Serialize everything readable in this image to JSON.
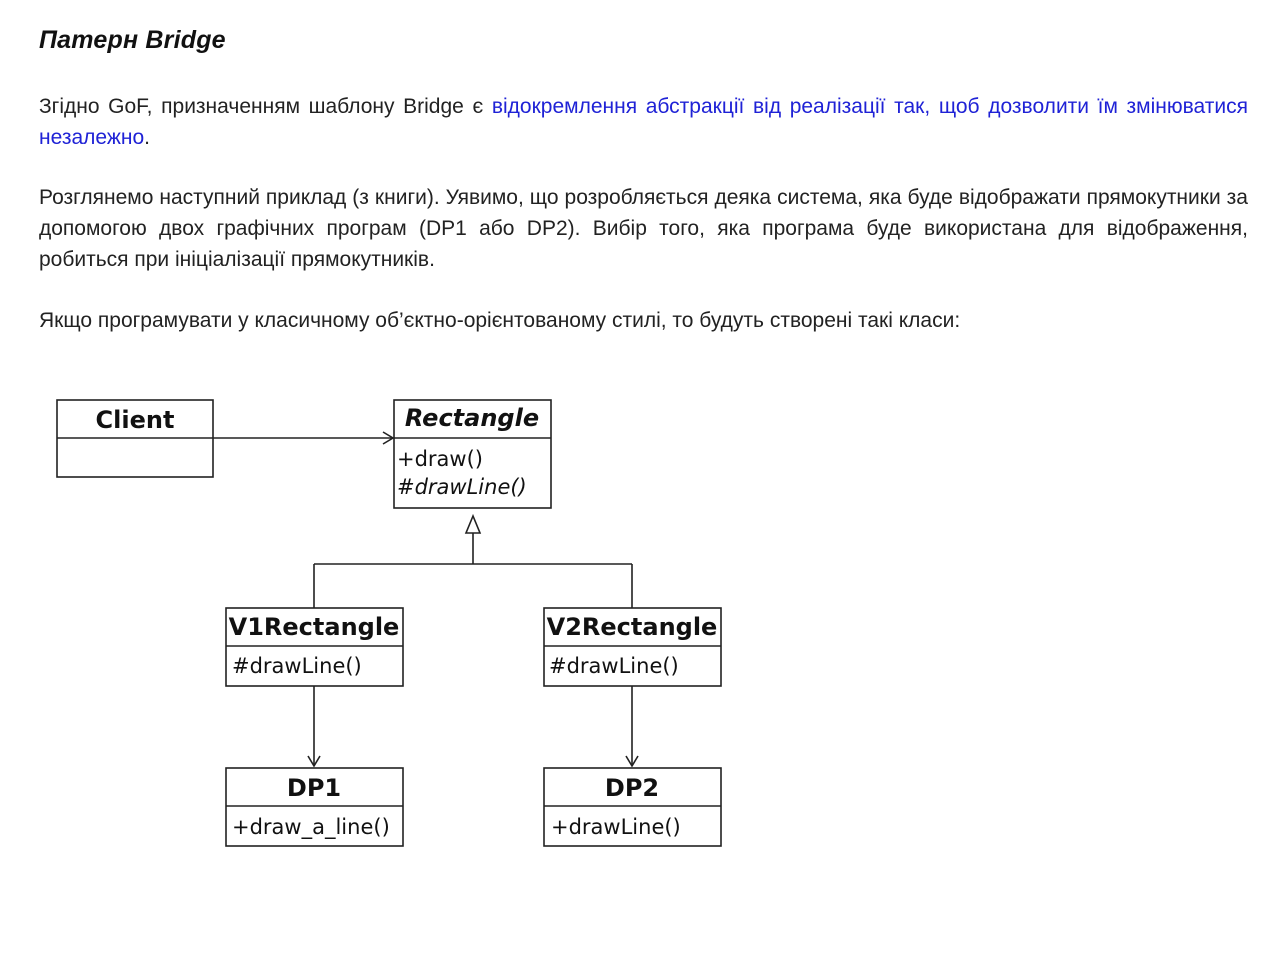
{
  "title": "Патерн Bridge",
  "paragraphs": {
    "p1_before": "Згідно GoF, призначенням шаблону Bridge є ",
    "p1_highlight": "відокремлення абстракції від реалізації так, щоб дозволити їм змінюватися незалежно",
    "p1_after": ".",
    "p2": "Розглянемо наступний приклад (з книги). Уявимо, що розробляється деяка система, яка буде відображати прямокутники за допомогою двох графічних програм (DP1 або DP2). Вибір того, яка програма буде використана для відображення, робиться при ініціалізації прямокутників.",
    "p3": "Якщо програмувати у класичному об’єктно-орієнтованому стилі, то будуть створені такі класи:"
  },
  "colors": {
    "highlight": "#1f22d6",
    "text": "#222222",
    "diagram_stroke": "#222222"
  },
  "diagram": {
    "client": {
      "name": "Client",
      "members": []
    },
    "rectangle": {
      "name": "Rectangle",
      "abstract": true,
      "members": [
        "+draw()",
        "#drawLine()"
      ]
    },
    "v1rectangle": {
      "name": "V1Rectangle",
      "members": [
        "#drawLine()"
      ]
    },
    "v2rectangle": {
      "name": "V2Rectangle",
      "members": [
        "#drawLine()"
      ]
    },
    "dp1": {
      "name": "DP1",
      "members": [
        "+draw_a_line()"
      ]
    },
    "dp2": {
      "name": "DP2",
      "members": [
        "+drawLine()"
      ]
    }
  }
}
